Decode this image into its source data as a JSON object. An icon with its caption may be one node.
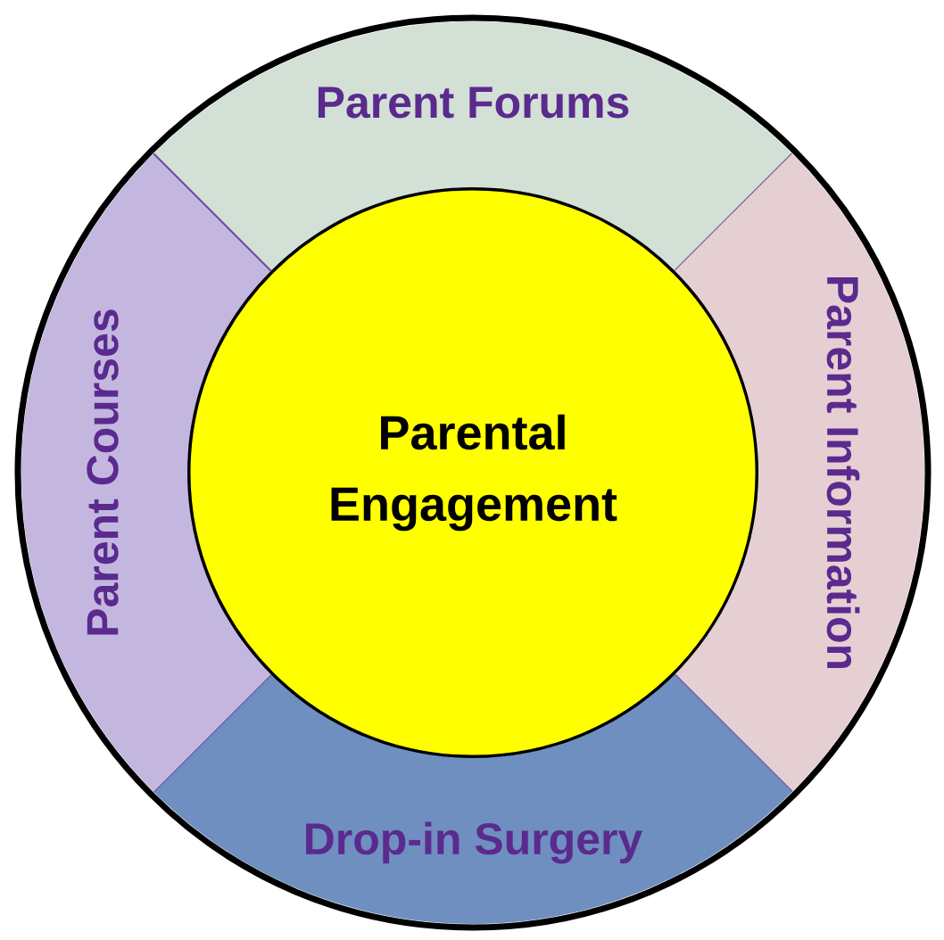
{
  "diagram": {
    "nodes": [
      {
        "text": [
          "Parental Engagement"
        ]
      },
      {
        "text": [
          "Parent Forums"
        ]
      },
      {
        "text": [
          "Parent Information"
        ]
      },
      {
        "text": [
          "Drop-in Surgery"
        ]
      },
      {
        "text": [
          "Parent Courses"
        ]
      }
    ]
  }
}
